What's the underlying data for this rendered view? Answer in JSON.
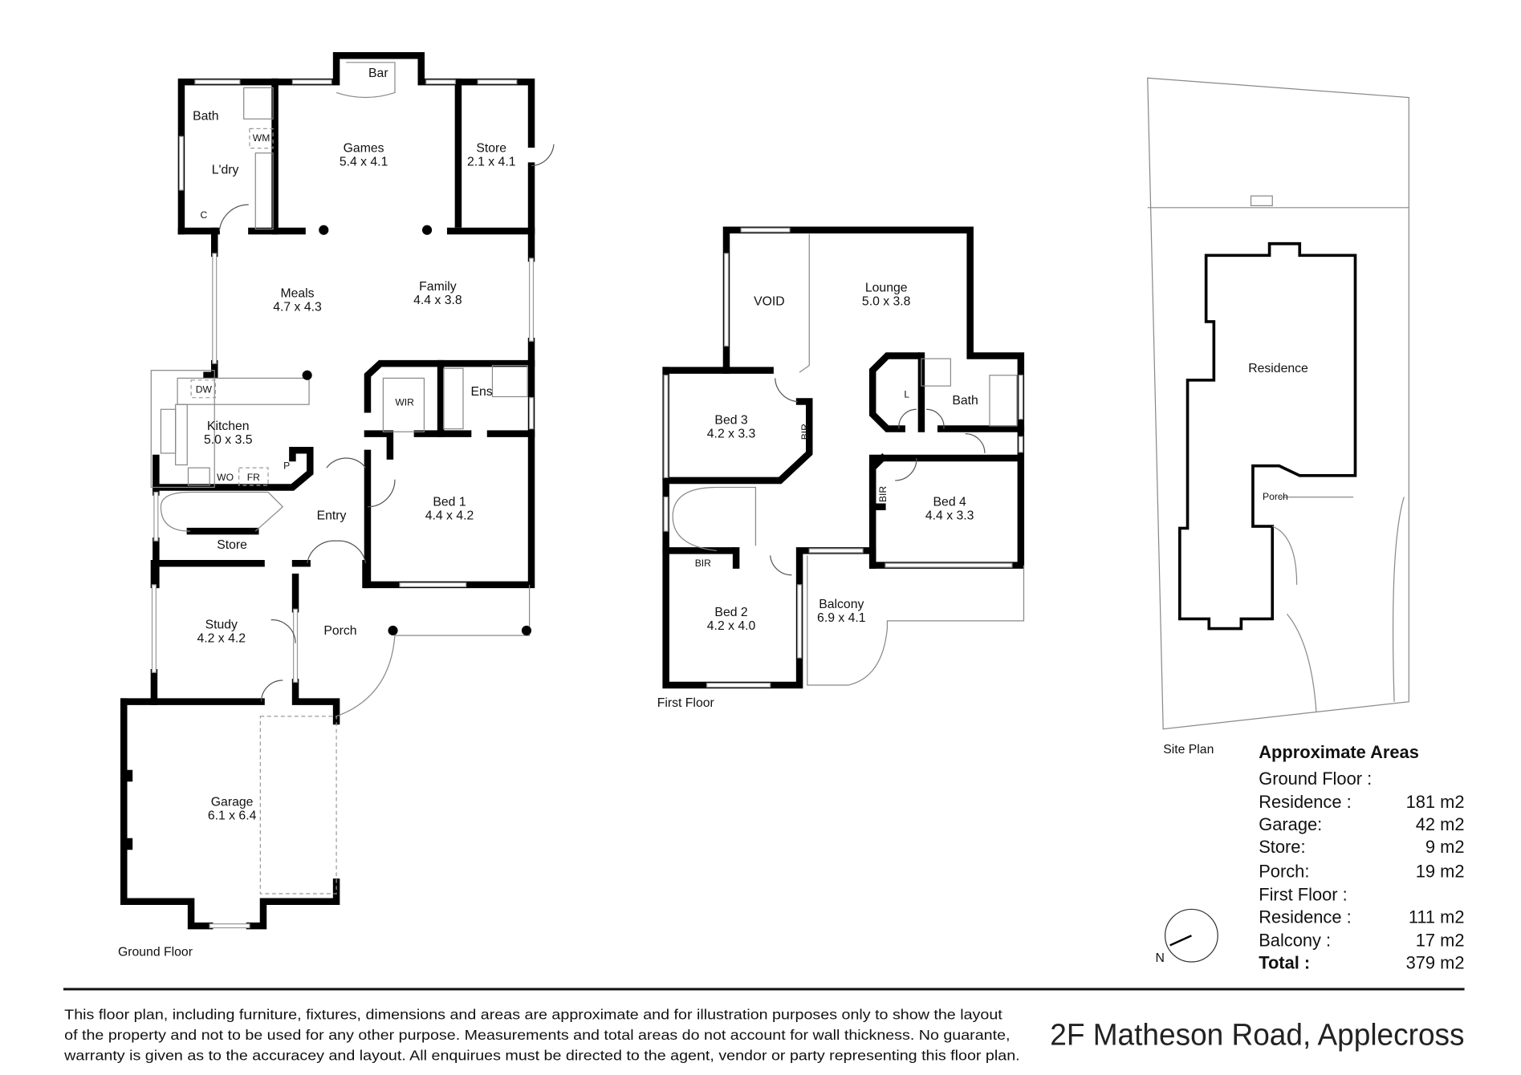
{
  "ground_floor": {
    "label": "Ground Floor",
    "rooms": {
      "bar": {
        "name": "Bar"
      },
      "bath": {
        "name": "Bath"
      },
      "laundry": {
        "name": "L'dry"
      },
      "wm": {
        "name": "WM"
      },
      "cupboard": {
        "name": "C"
      },
      "games": {
        "name": "Games",
        "dims": "5.4 x 4.1"
      },
      "store_rear": {
        "name": "Store",
        "dims": "2.1 x 4.1"
      },
      "meals": {
        "name": "Meals",
        "dims": "4.7 x 4.3"
      },
      "family": {
        "name": "Family",
        "dims": "4.4 x 3.8"
      },
      "kitchen": {
        "name": "Kitchen",
        "dims": "5.0 x 3.5"
      },
      "dw": {
        "name": "DW"
      },
      "wo": {
        "name": "WO"
      },
      "fr": {
        "name": "FR"
      },
      "pantry": {
        "name": "P"
      },
      "wir": {
        "name": "WIR"
      },
      "ensuite": {
        "name": "Ens"
      },
      "bed1": {
        "name": "Bed 1",
        "dims": "4.4 x 4.2"
      },
      "entry": {
        "name": "Entry"
      },
      "store_stair": {
        "name": "Store"
      },
      "study": {
        "name": "Study",
        "dims": "4.2 x 4.2"
      },
      "porch": {
        "name": "Porch"
      },
      "garage": {
        "name": "Garage",
        "dims": "6.1 x 6.4"
      }
    }
  },
  "first_floor": {
    "label": "First Floor",
    "rooms": {
      "void": {
        "name": "VOID"
      },
      "lounge": {
        "name": "Lounge",
        "dims": "5.0 x 3.8"
      },
      "bed3": {
        "name": "Bed 3",
        "dims": "4.2 x 3.3"
      },
      "bir3": {
        "name": "BIR"
      },
      "linen": {
        "name": "L"
      },
      "bath": {
        "name": "Bath"
      },
      "bed4": {
        "name": "Bed 4",
        "dims": "4.4 x 3.3"
      },
      "bir4": {
        "name": "BIR"
      },
      "bir2": {
        "name": "BIR"
      },
      "bed2": {
        "name": "Bed 2",
        "dims": "4.2 x 4.0"
      },
      "balcony": {
        "name": "Balcony",
        "dims": "6.9 x 4.1"
      }
    }
  },
  "site_plan": {
    "label": "Site Plan",
    "residence": "Residence",
    "porch": "Porch"
  },
  "compass": {
    "north": "N"
  },
  "areas": {
    "title": "Approximate Areas",
    "ground_heading": "Ground Floor :",
    "ground": [
      {
        "label": "Residence :",
        "value": "181 m2"
      },
      {
        "label": "Garage:",
        "value": "42 m2"
      },
      {
        "label": "Store:",
        "value": "9 m2"
      },
      {
        "label": "Porch:",
        "value": "19 m2"
      }
    ],
    "first_heading": "First Floor :",
    "first": [
      {
        "label": "Residence :",
        "value": "111 m2"
      },
      {
        "label": "Balcony :",
        "value": "17 m2"
      }
    ],
    "total": {
      "label": "Total :",
      "value": "379 m2"
    }
  },
  "footer": {
    "disclaimer": [
      "This floor plan, including furniture, fixtures, dimensions and areas are approximate and for illustration purposes only to show the layout",
      "of the property and not to be used for any other purpose. Measurements and total areas do not account for wall thickness. No guarante,",
      "warranty is given as to the accuracey and layout. All enquirues must be directed to the agent, vendor or party representing this floor plan."
    ],
    "address": "2F Matheson Road, Applecross"
  }
}
